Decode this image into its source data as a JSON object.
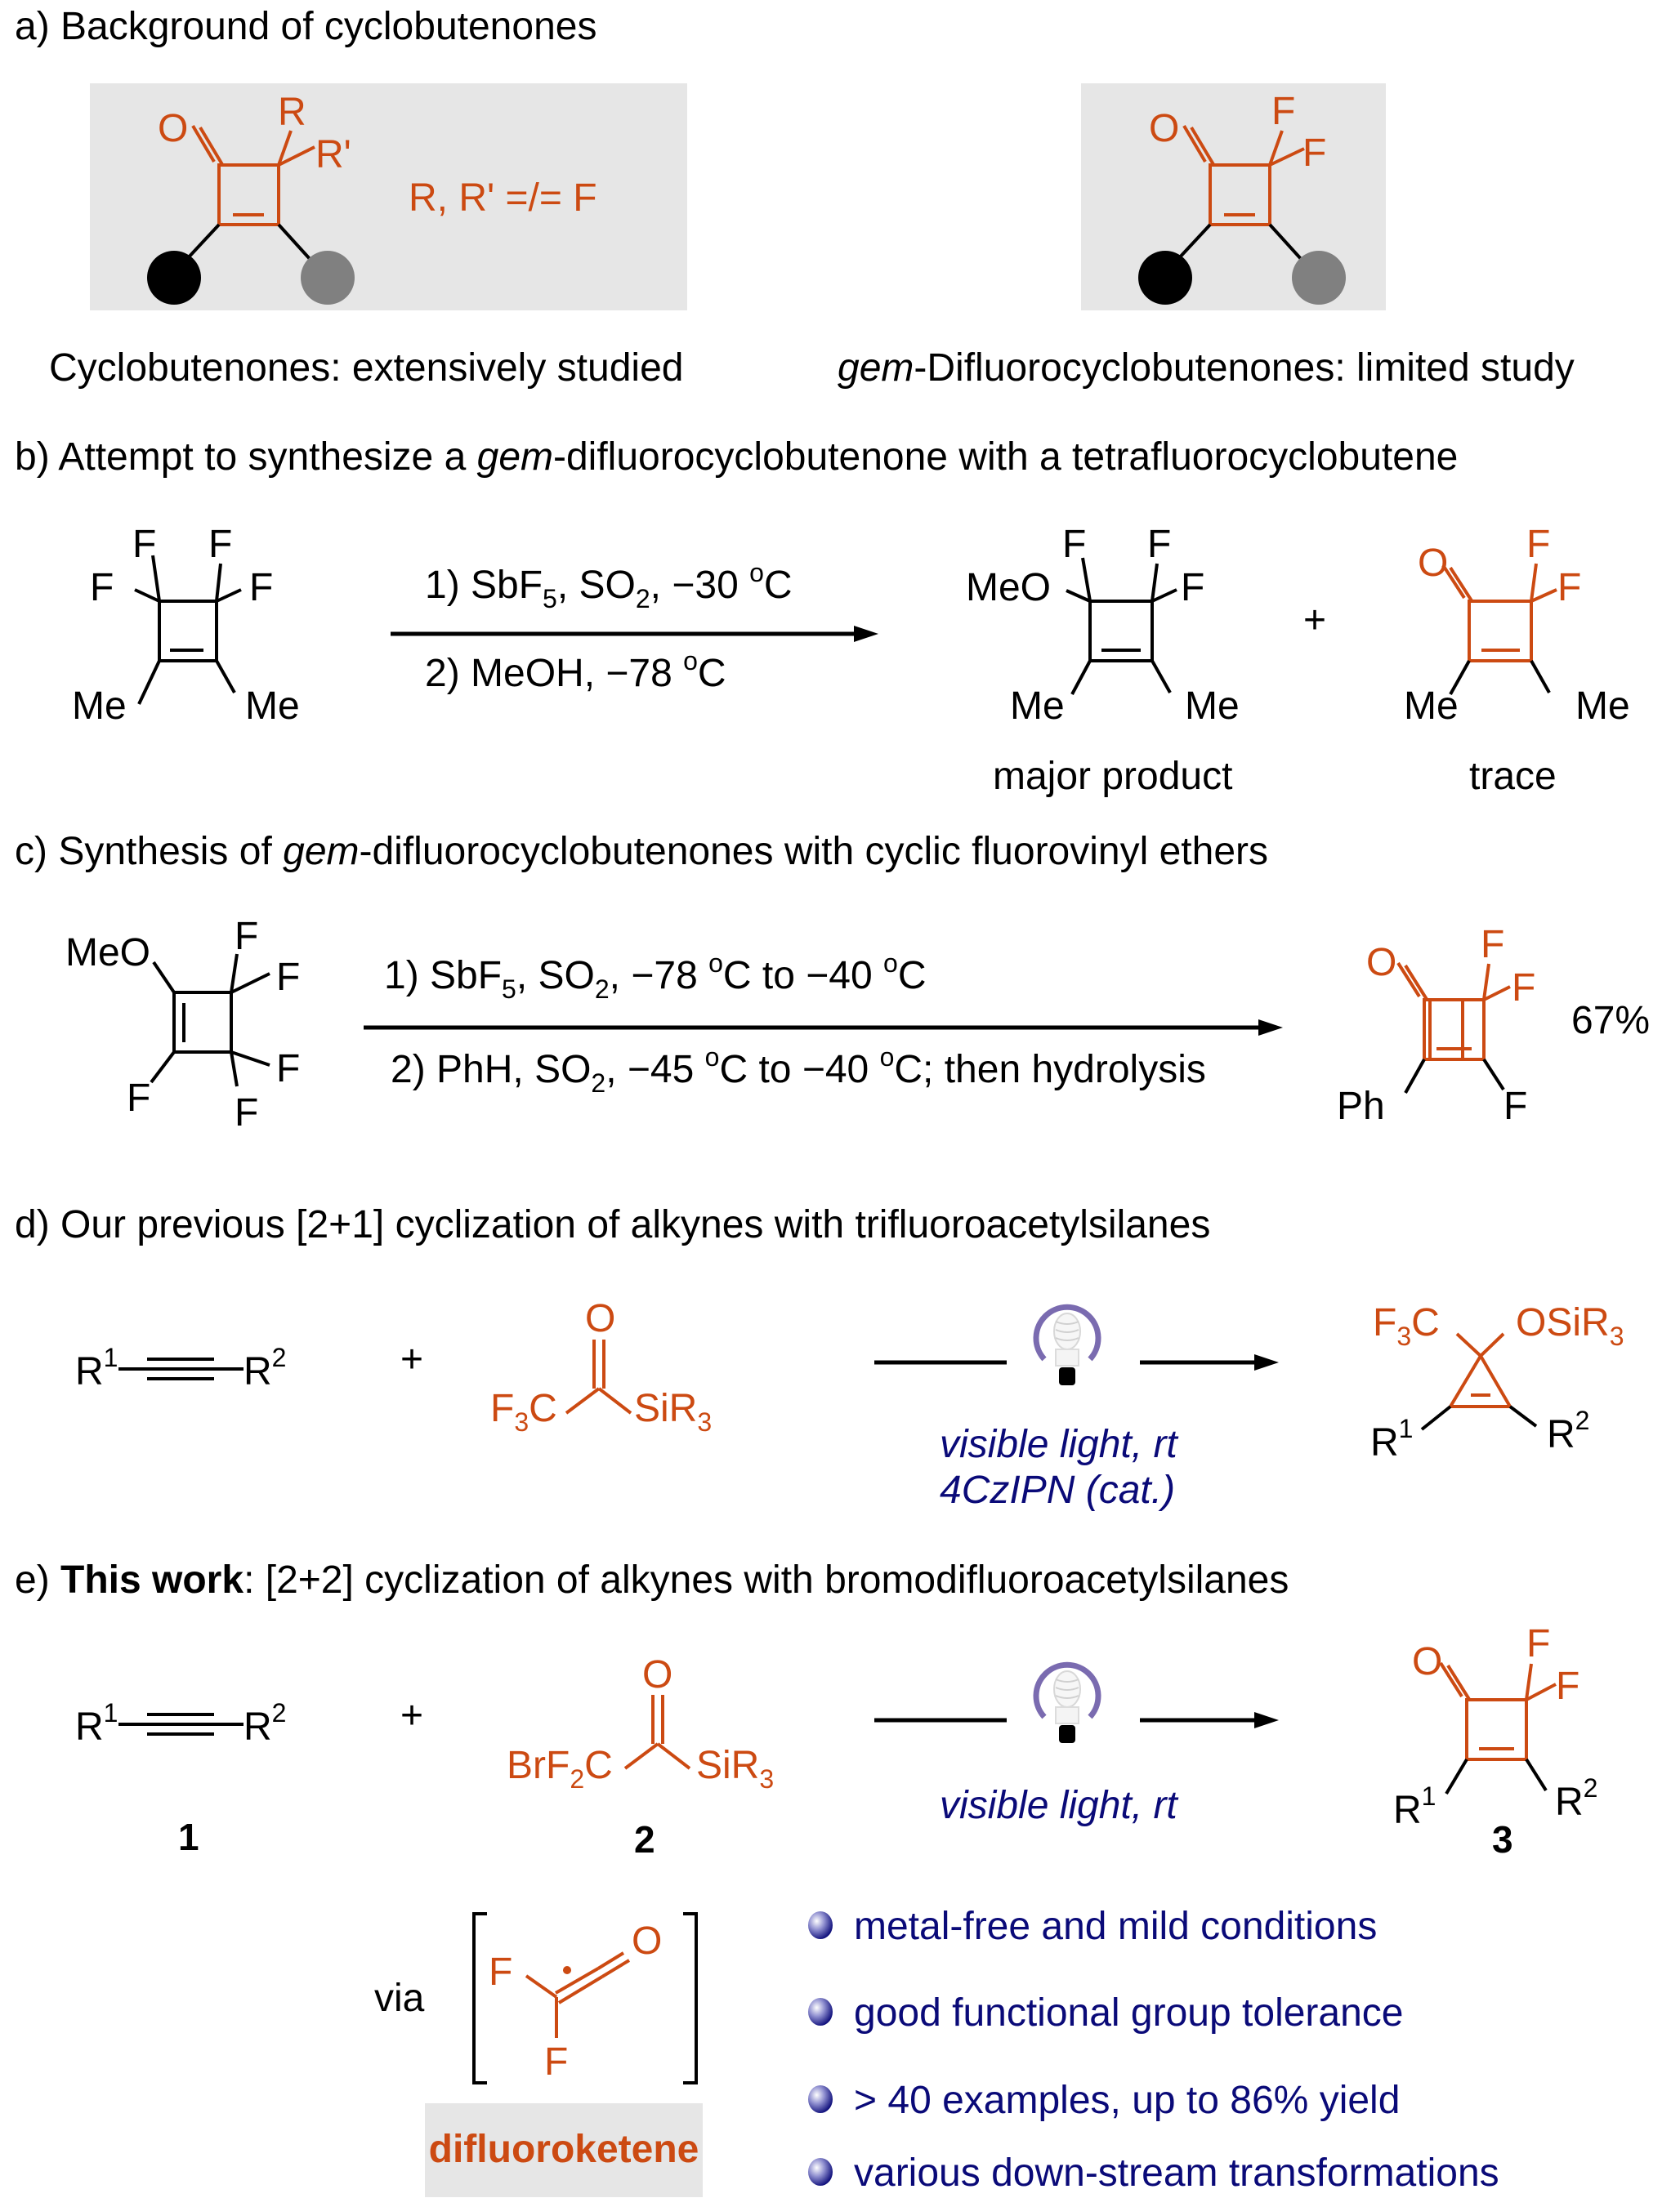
{
  "colors": {
    "highlight": "#cc4a12",
    "conditions": "#0a0a78",
    "panel_bg": "#e6e6e6",
    "dot_black": "#000000",
    "dot_gray": "#808080",
    "bulb_ring": "#7a6bb0"
  },
  "section_a": {
    "title": "a) Background of cyclobutenones",
    "left": {
      "atoms": {
        "O": "O",
        "R": "R",
        "R_prime": "R'"
      },
      "note": "R, R' =/=  F",
      "caption": "Cyclobutenones: extensively studied"
    },
    "right": {
      "atoms": {
        "O": "O",
        "F1": "F",
        "F2": "F"
      },
      "caption_italic": "gem",
      "caption_rest": "-Difluorocyclobutenones: limited study"
    }
  },
  "section_b": {
    "title_pre": "b) Attempt to synthesize a ",
    "title_italic": "gem",
    "title_post": "-difluorocyclobutenone with a tetrafluorocyclobutene",
    "reactant": {
      "F": "F",
      "Me": "Me"
    },
    "conditions": {
      "line1_pre": "1) SbF",
      "line1_sub1": "5",
      "line1_mid": ", SO",
      "line1_sub2": "2",
      "line1_post": ", −30 ",
      "line1_deg": "o",
      "line1_unit": "C",
      "line2_pre": "2) MeOH, −78 ",
      "line2_deg": "o",
      "line2_unit": "C"
    },
    "product_major": {
      "MeO": "MeO",
      "F": "F",
      "Me": "Me",
      "caption": "major product"
    },
    "plus": "+",
    "product_trace": {
      "O": "O",
      "F": "F",
      "Me": "Me",
      "caption": "trace"
    }
  },
  "section_c": {
    "title_pre": "c) Synthesis of ",
    "title_italic": "gem",
    "title_post": "-difluorocyclobutenones with cyclic fluorovinyl ethers",
    "reactant": {
      "MeO": "MeO",
      "F": "F"
    },
    "conditions": {
      "line1_pre": "1) SbF",
      "line1_sub1": "5",
      "line1_mid": ", SO",
      "line1_sub2": "2",
      "line1_post": ", −78 ",
      "line1_deg": "o",
      "line1_unit": "C  to −40 ",
      "line1_deg2": "o",
      "line1_unit2": "C",
      "line2_pre": "2) PhH, SO",
      "line2_sub": "2",
      "line2_post": ", −45 ",
      "line2_deg": "o",
      "line2_unit": "C  to −40 ",
      "line2_deg2": "o",
      "line2_unit2": "C; then hydrolysis"
    },
    "product": {
      "O": "O",
      "F": "F",
      "Ph": "Ph"
    },
    "yield": "67%"
  },
  "section_d": {
    "title": "d) Our previous [2+1] cyclization of alkynes with trifluoroacetylsilanes",
    "alkyne": {
      "R": "R",
      "sup1": "1",
      "sup2": "2"
    },
    "plus": "+",
    "reagent": {
      "O": "O",
      "F3C_F": "F",
      "F3C_sub": "3",
      "F3C_C": "C",
      "Si": "SiR",
      "Si_sub": "3"
    },
    "conditions": {
      "line1": "visible light, rt",
      "line2": "4CzIPN (cat.)"
    },
    "product": {
      "F3C_F": "F",
      "F3C_sub": "3",
      "F3C_C": "C",
      "OSi": "OSiR",
      "OSi_sub": "3",
      "R": "R",
      "sup1": "1",
      "sup2": "2"
    },
    "icons": {
      "light": "lightbulb-icon"
    }
  },
  "section_e": {
    "title_pre": "e) ",
    "title_bold": "This work",
    "title_post": ": [2+2] cyclization of alkynes with bromodifluoroacetylsilanes",
    "alkyne": {
      "R": "R",
      "sup1": "1",
      "sup2": "2",
      "label": "1"
    },
    "plus": "+",
    "reagent": {
      "O": "O",
      "BrF": "BrF",
      "BrF_sub": "2",
      "C": "C",
      "Si": "SiR",
      "Si_sub": "3",
      "label": "2"
    },
    "conditions": {
      "line1": "visible light, rt"
    },
    "product": {
      "O": "O",
      "F": "F",
      "R": "R",
      "sup1": "1",
      "sup2": "2",
      "label": "3"
    },
    "via": "via",
    "intermediate": {
      "F": "F",
      "O": "O",
      "name": "difluoroketene"
    },
    "bullets": [
      "metal-free and mild conditions",
      "good functional group tolerance",
      "> 40 examples, up to 86% yield",
      "various down-stream transformations"
    ]
  }
}
